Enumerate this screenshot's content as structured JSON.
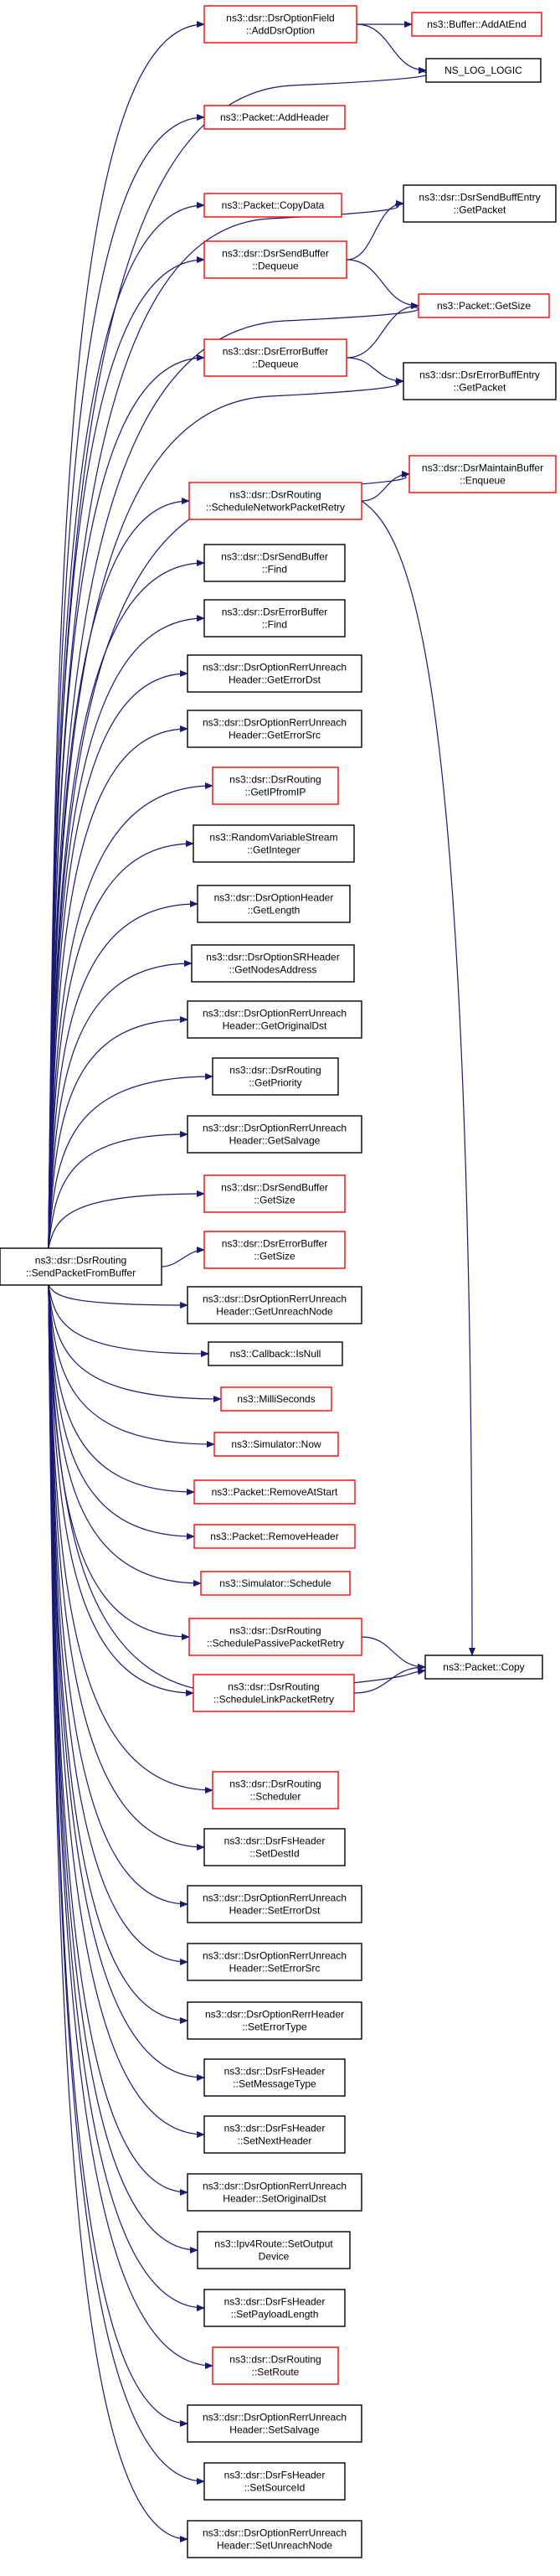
{
  "colors": {
    "edge": "#191970",
    "missing_doc_border": "#ff0000",
    "documented_border": "#000000",
    "root_fill": "#bfbfbf",
    "node_fill": "#ffffff"
  },
  "root": {
    "id": "root",
    "lines": [
      "ns3::dsr::DsrRouting",
      "::SendPacketFromBuffer"
    ]
  },
  "nodes": [
    {
      "id": "addDsrOption",
      "lines": [
        "ns3::dsr::DsrOptionField",
        "::AddDsrOption"
      ],
      "red": true
    },
    {
      "id": "bufferAddAtEnd",
      "lines": [
        "ns3::Buffer::AddAtEnd"
      ],
      "red": true
    },
    {
      "id": "nsLogLogic",
      "lines": [
        "NS_LOG_LOGIC"
      ],
      "red": false
    },
    {
      "id": "packetAddHeader",
      "lines": [
        "ns3::Packet::AddHeader"
      ],
      "red": true
    },
    {
      "id": "packetCopyData",
      "lines": [
        "ns3::Packet::CopyData"
      ],
      "red": true
    },
    {
      "id": "sendBuffEntryGetPacket",
      "lines": [
        "ns3::dsr::DsrSendBuffEntry",
        "::GetPacket"
      ],
      "red": false
    },
    {
      "id": "sendBufferDequeue",
      "lines": [
        "ns3::dsr::DsrSendBuffer",
        "::Dequeue"
      ],
      "red": true
    },
    {
      "id": "packetGetSize",
      "lines": [
        "ns3::Packet::GetSize"
      ],
      "red": true
    },
    {
      "id": "errorBufferDequeue",
      "lines": [
        "ns3::dsr::DsrErrorBuffer",
        "::Dequeue"
      ],
      "red": true
    },
    {
      "id": "errorBuffEntryGetPacket",
      "lines": [
        "ns3::dsr::DsrErrorBuffEntry",
        "::GetPacket"
      ],
      "red": false
    },
    {
      "id": "maintainBufferEnqueue",
      "lines": [
        "ns3::dsr::DsrMaintainBuffer",
        "::Enqueue"
      ],
      "red": true
    },
    {
      "id": "scheduleNetworkPacketRetry",
      "lines": [
        "ns3::dsr::DsrRouting",
        "::ScheduleNetworkPacketRetry"
      ],
      "red": true
    },
    {
      "id": "sendBufferFind",
      "lines": [
        "ns3::dsr::DsrSendBuffer",
        "::Find"
      ],
      "red": false
    },
    {
      "id": "errorBufferFind",
      "lines": [
        "ns3::dsr::DsrErrorBuffer",
        "::Find"
      ],
      "red": false
    },
    {
      "id": "rerrGetErrorDst",
      "lines": [
        "ns3::dsr::DsrOptionRerrUnreach",
        "Header::GetErrorDst"
      ],
      "red": false
    },
    {
      "id": "rerrGetErrorSrc",
      "lines": [
        "ns3::dsr::DsrOptionRerrUnreach",
        "Header::GetErrorSrc"
      ],
      "red": false
    },
    {
      "id": "getIPfromIP",
      "lines": [
        "ns3::dsr::DsrRouting",
        "::GetIPfromIP"
      ],
      "red": true
    },
    {
      "id": "rvsGetInteger",
      "lines": [
        "ns3::RandomVariableStream",
        "::GetInteger"
      ],
      "red": false
    },
    {
      "id": "optionHeaderGetLength",
      "lines": [
        "ns3::dsr::DsrOptionHeader",
        "::GetLength"
      ],
      "red": false
    },
    {
      "id": "srHeaderGetNodesAddress",
      "lines": [
        "ns3::dsr::DsrOptionSRHeader",
        "::GetNodesAddress"
      ],
      "red": false
    },
    {
      "id": "rerrGetOriginalDst",
      "lines": [
        "ns3::dsr::DsrOptionRerrUnreach",
        "Header::GetOriginalDst"
      ],
      "red": false
    },
    {
      "id": "routingGetPriority",
      "lines": [
        "ns3::dsr::DsrRouting",
        "::GetPriority"
      ],
      "red": false
    },
    {
      "id": "rerrGetSalvage",
      "lines": [
        "ns3::dsr::DsrOptionRerrUnreach",
        "Header::GetSalvage"
      ],
      "red": false
    },
    {
      "id": "sendBufferGetSize",
      "lines": [
        "ns3::dsr::DsrSendBuffer",
        "::GetSize"
      ],
      "red": true
    },
    {
      "id": "errorBufferGetSize",
      "lines": [
        "ns3::dsr::DsrErrorBuffer",
        "::GetSize"
      ],
      "red": true
    },
    {
      "id": "rerrGetUnreachNode",
      "lines": [
        "ns3::dsr::DsrOptionRerrUnreach",
        "Header::GetUnreachNode"
      ],
      "red": false
    },
    {
      "id": "callbackIsNull",
      "lines": [
        "ns3::Callback::IsNull"
      ],
      "red": false
    },
    {
      "id": "milliSeconds",
      "lines": [
        "ns3::MilliSeconds"
      ],
      "red": true
    },
    {
      "id": "simulatorNow",
      "lines": [
        "ns3::Simulator::Now"
      ],
      "red": true
    },
    {
      "id": "packetRemoveAtStart",
      "lines": [
        "ns3::Packet::RemoveAtStart"
      ],
      "red": true
    },
    {
      "id": "packetRemoveHeader",
      "lines": [
        "ns3::Packet::RemoveHeader"
      ],
      "red": true
    },
    {
      "id": "simulatorSchedule",
      "lines": [
        "ns3::Simulator::Schedule"
      ],
      "red": true
    },
    {
      "id": "schedulePassivePacketRetry",
      "lines": [
        "ns3::dsr::DsrRouting",
        "::SchedulePassivePacketRetry"
      ],
      "red": true
    },
    {
      "id": "packetCopy",
      "lines": [
        "ns3::Packet::Copy"
      ],
      "red": false
    },
    {
      "id": "scheduleLinkPacketRetry",
      "lines": [
        "ns3::dsr::DsrRouting",
        "::ScheduleLinkPacketRetry"
      ],
      "red": true
    },
    {
      "id": "routingScheduler",
      "lines": [
        "ns3::dsr::DsrRouting",
        "::Scheduler"
      ],
      "red": true
    },
    {
      "id": "fsSetDestId",
      "lines": [
        "ns3::dsr::DsrFsHeader",
        "::SetDestId"
      ],
      "red": false
    },
    {
      "id": "rerrSetErrorDst",
      "lines": [
        "ns3::dsr::DsrOptionRerrUnreach",
        "Header::SetErrorDst"
      ],
      "red": false
    },
    {
      "id": "rerrSetErrorSrc",
      "lines": [
        "ns3::dsr::DsrOptionRerrUnreach",
        "Header::SetErrorSrc"
      ],
      "red": false
    },
    {
      "id": "rerrHeaderSetErrorType",
      "lines": [
        "ns3::dsr::DsrOptionRerrHeader",
        "::SetErrorType"
      ],
      "red": false
    },
    {
      "id": "fsSetMessageType",
      "lines": [
        "ns3::dsr::DsrFsHeader",
        "::SetMessageType"
      ],
      "red": false
    },
    {
      "id": "fsSetNextHeader",
      "lines": [
        "ns3::dsr::DsrFsHeader",
        "::SetNextHeader"
      ],
      "red": false
    },
    {
      "id": "rerrSetOriginalDst",
      "lines": [
        "ns3::dsr::DsrOptionRerrUnreach",
        "Header::SetOriginalDst"
      ],
      "red": false
    },
    {
      "id": "ipv4RouteSetOutputDevice",
      "lines": [
        "ns3::Ipv4Route::SetOutput",
        "Device"
      ],
      "red": false
    },
    {
      "id": "fsSetPayloadLength",
      "lines": [
        "ns3::dsr::DsrFsHeader",
        "::SetPayloadLength"
      ],
      "red": false
    },
    {
      "id": "routingSetRoute",
      "lines": [
        "ns3::dsr::DsrRouting",
        "::SetRoute"
      ],
      "red": true
    },
    {
      "id": "rerrSetSalvage",
      "lines": [
        "ns3::dsr::DsrOptionRerrUnreach",
        "Header::SetSalvage"
      ],
      "red": false
    },
    {
      "id": "fsSetSourceId",
      "lines": [
        "ns3::dsr::DsrFsHeader",
        "::SetSourceId"
      ],
      "red": false
    },
    {
      "id": "rerrSetUnreachNode",
      "lines": [
        "ns3::dsr::DsrOptionRerrUnreach",
        "Header::SetUnreachNode"
      ],
      "red": false
    }
  ],
  "edges": [
    [
      "root",
      "addDsrOption"
    ],
    [
      "root",
      "nsLogLogic"
    ],
    [
      "root",
      "packetAddHeader"
    ],
    [
      "root",
      "packetCopyData"
    ],
    [
      "root",
      "sendBuffEntryGetPacket"
    ],
    [
      "root",
      "sendBufferDequeue"
    ],
    [
      "root",
      "packetGetSize"
    ],
    [
      "root",
      "errorBufferDequeue"
    ],
    [
      "root",
      "errorBuffEntryGetPacket"
    ],
    [
      "root",
      "maintainBufferEnqueue"
    ],
    [
      "root",
      "scheduleNetworkPacketRetry"
    ],
    [
      "root",
      "sendBufferFind"
    ],
    [
      "root",
      "errorBufferFind"
    ],
    [
      "root",
      "rerrGetErrorDst"
    ],
    [
      "root",
      "rerrGetErrorSrc"
    ],
    [
      "root",
      "getIPfromIP"
    ],
    [
      "root",
      "rvsGetInteger"
    ],
    [
      "root",
      "optionHeaderGetLength"
    ],
    [
      "root",
      "srHeaderGetNodesAddress"
    ],
    [
      "root",
      "rerrGetOriginalDst"
    ],
    [
      "root",
      "routingGetPriority"
    ],
    [
      "root",
      "rerrGetSalvage"
    ],
    [
      "root",
      "sendBufferGetSize"
    ],
    [
      "root",
      "errorBufferGetSize"
    ],
    [
      "root",
      "rerrGetUnreachNode"
    ],
    [
      "root",
      "callbackIsNull"
    ],
    [
      "root",
      "milliSeconds"
    ],
    [
      "root",
      "simulatorNow"
    ],
    [
      "root",
      "packetRemoveAtStart"
    ],
    [
      "root",
      "packetRemoveHeader"
    ],
    [
      "root",
      "simulatorSchedule"
    ],
    [
      "root",
      "schedulePassivePacketRetry"
    ],
    [
      "root",
      "scheduleLinkPacketRetry"
    ],
    [
      "root",
      "packetCopy"
    ],
    [
      "root",
      "routingScheduler"
    ],
    [
      "root",
      "fsSetDestId"
    ],
    [
      "root",
      "rerrSetErrorDst"
    ],
    [
      "root",
      "rerrSetErrorSrc"
    ],
    [
      "root",
      "rerrHeaderSetErrorType"
    ],
    [
      "root",
      "fsSetMessageType"
    ],
    [
      "root",
      "fsSetNextHeader"
    ],
    [
      "root",
      "rerrSetOriginalDst"
    ],
    [
      "root",
      "ipv4RouteSetOutputDevice"
    ],
    [
      "root",
      "fsSetPayloadLength"
    ],
    [
      "root",
      "routingSetRoute"
    ],
    [
      "root",
      "rerrSetSalvage"
    ],
    [
      "root",
      "fsSetSourceId"
    ],
    [
      "root",
      "rerrSetUnreachNode"
    ],
    [
      "addDsrOption",
      "bufferAddAtEnd"
    ],
    [
      "addDsrOption",
      "nsLogLogic"
    ],
    [
      "sendBufferDequeue",
      "sendBuffEntryGetPacket"
    ],
    [
      "sendBufferDequeue",
      "packetGetSize"
    ],
    [
      "errorBufferDequeue",
      "packetGetSize"
    ],
    [
      "errorBufferDequeue",
      "errorBuffEntryGetPacket"
    ],
    [
      "scheduleNetworkPacketRetry",
      "maintainBufferEnqueue"
    ],
    [
      "scheduleNetworkPacketRetry",
      "packetCopy"
    ],
    [
      "schedulePassivePacketRetry",
      "packetCopy"
    ],
    [
      "scheduleLinkPacketRetry",
      "packetCopy"
    ]
  ]
}
